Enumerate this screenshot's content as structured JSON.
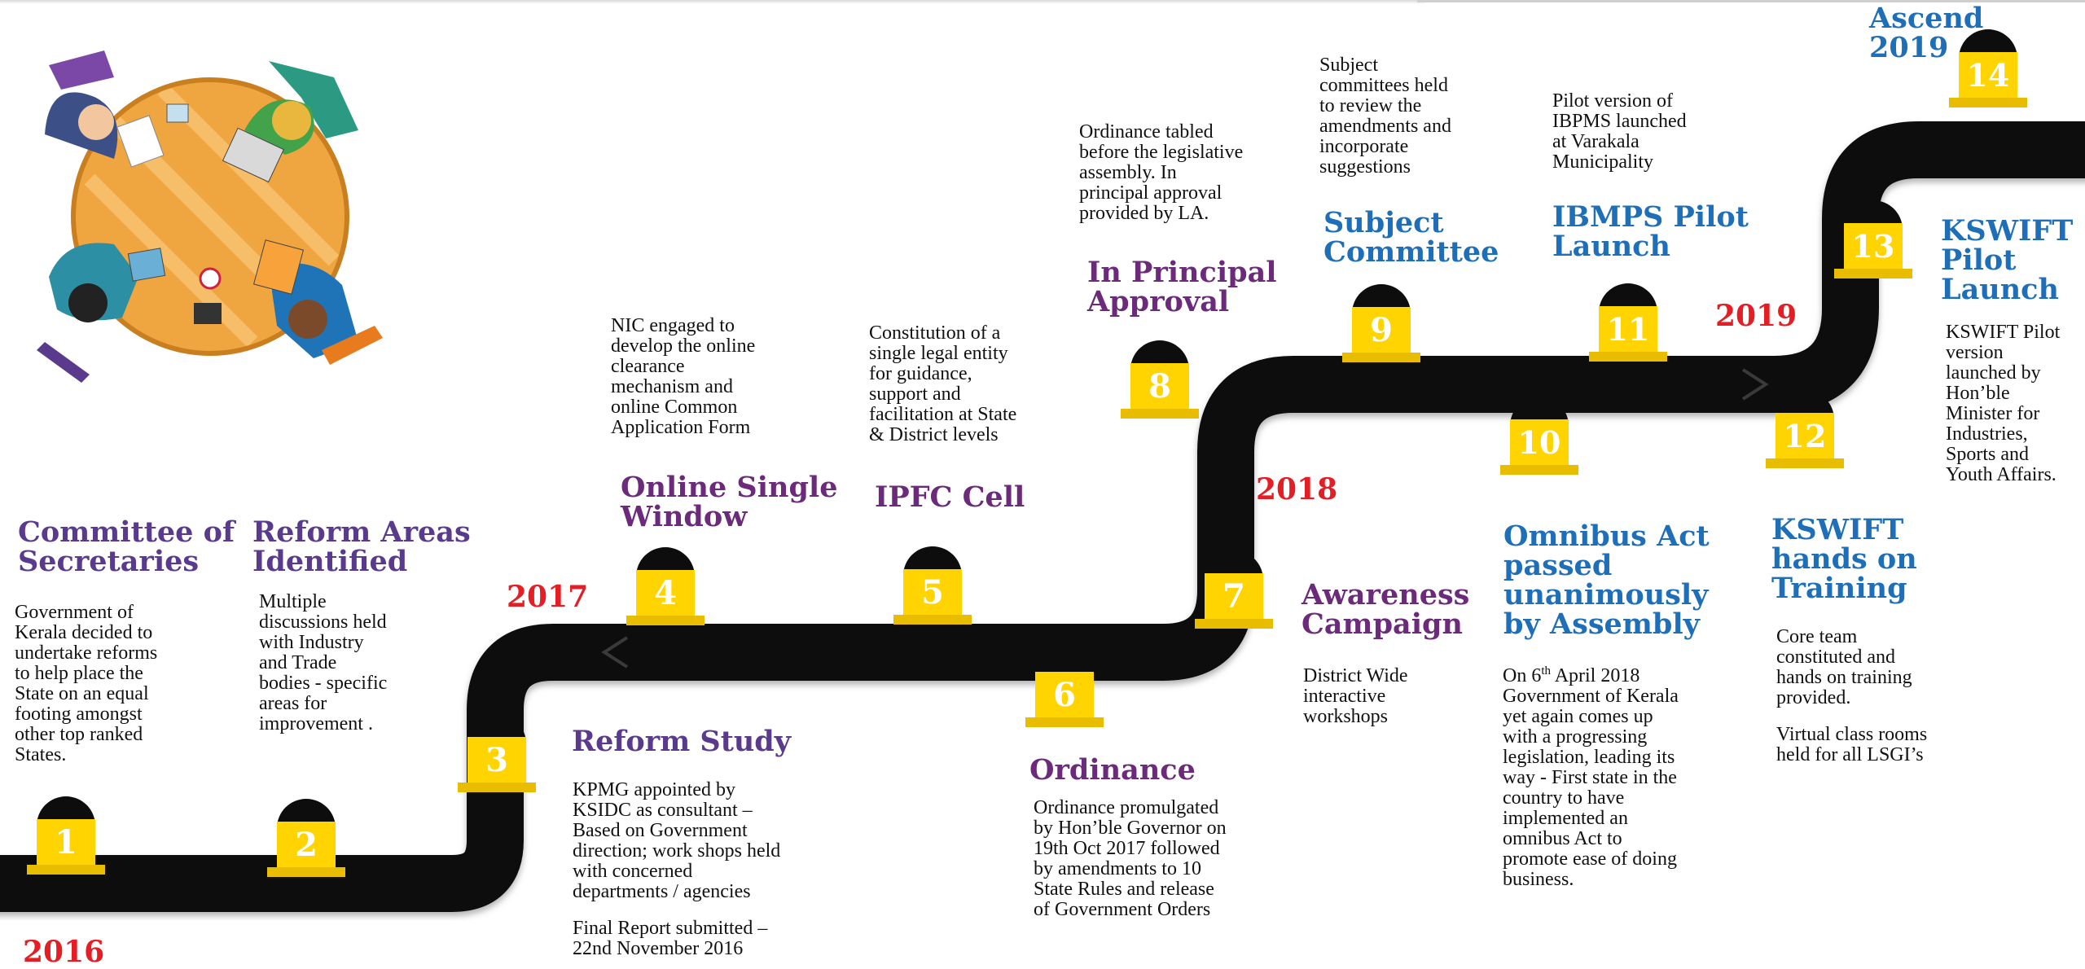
{
  "years": [
    "2016",
    "2017",
    "2018",
    "2019"
  ],
  "milestones": [
    {
      "number": "1",
      "title": [
        "Committee of",
        "Secretaries"
      ],
      "description": [
        "Government of",
        "Kerala decided to",
        "undertake reforms",
        "to help place the",
        "State on an equal",
        "footing amongst",
        "other top ranked",
        "States."
      ]
    },
    {
      "number": "2",
      "title": [
        "Reform Areas",
        "Identified"
      ],
      "description": [
        "Multiple",
        "discussions held",
        "with Industry",
        "and Trade",
        "bodies - specific",
        "areas for",
        "improvement ."
      ]
    },
    {
      "number": "3",
      "title": [
        "Reform Study"
      ],
      "description": [
        "KPMG appointed by",
        "KSIDC as consultant –",
        "Based on Government",
        "direction; work shops held",
        "with concerned",
        "departments / agencies",
        "",
        "Final Report submitted –",
        "22nd November 2016"
      ]
    },
    {
      "number": "4",
      "title": [
        "Online Single",
        "Window"
      ],
      "description": [
        "NIC engaged to",
        "develop the online",
        "clearance",
        "mechanism and",
        "online Common",
        "Application Form"
      ]
    },
    {
      "number": "5",
      "title": [
        "IPFC Cell"
      ],
      "description": [
        "Constitution of a",
        "single legal entity",
        "for guidance,",
        "support and",
        "facilitation at State",
        "& District levels"
      ]
    },
    {
      "number": "6",
      "title": [
        "Ordinance"
      ],
      "description": [
        "Ordinance promulgated",
        "by Hon’ble Governor on",
        "19th Oct 2017 followed",
        "by amendments to 10",
        "State Rules and release",
        "of Government Orders"
      ]
    },
    {
      "number": "7",
      "title": [
        "Awareness",
        "Campaign"
      ],
      "description": [
        "District Wide",
        "interactive",
        "workshops"
      ]
    },
    {
      "number": "8",
      "title": [
        "In Principal",
        "Approval"
      ],
      "description": [
        "Ordinance tabled",
        "before the legislative",
        "assembly. In",
        "principal approval",
        "provided by LA."
      ]
    },
    {
      "number": "9",
      "title": [
        "Subject",
        "Committee"
      ],
      "description": [
        "Subject",
        "committees held",
        "to review the",
        "amendments and",
        "incorporate",
        "suggestions"
      ]
    },
    {
      "number": "10",
      "title": [
        "Omnibus Act",
        "passed",
        "unanimously",
        "by Assembly"
      ],
      "description_prefix": "On 6",
      "description_sup": "th",
      "description_suffix": " April 2018",
      "description": [
        "Government of Kerala",
        "yet again comes up",
        "with a progressing",
        "legislation, leading its",
        "way - First state in the",
        "country to have",
        "implemented an",
        "omnibus Act to",
        "promote ease of doing",
        "business."
      ]
    },
    {
      "number": "11",
      "title": [
        "IBMPS Pilot",
        "Launch"
      ],
      "description": [
        "Pilot version of",
        "IBPMS launched",
        "at Varakala",
        "Municipality"
      ]
    },
    {
      "number": "12",
      "title": [
        "KSWIFT",
        "hands on",
        "Training"
      ],
      "description": [
        "Core team",
        "constituted and",
        "hands on training",
        "provided.",
        "",
        "Virtual class rooms",
        "held for all LSGI’s"
      ]
    },
    {
      "number": "13",
      "title": [
        "KSWIFT",
        "Pilot",
        "Launch"
      ],
      "description": [
        "KSWIFT Pilot",
        "version",
        "launched by",
        "Hon’ble",
        "Minister for",
        "Industries,",
        "Sports and",
        "Youth Affairs."
      ]
    },
    {
      "number": "14",
      "title": [
        "Ascend",
        "2019"
      ]
    }
  ],
  "colors": {
    "road": "#0d0d0d",
    "milestone": "#ffd400",
    "purple": "#5a3a8c",
    "violet": "#6b2a7a",
    "blue": "#1e6fb8",
    "year": "#e31e24"
  },
  "icons": [
    "meeting-table-illustration"
  ]
}
